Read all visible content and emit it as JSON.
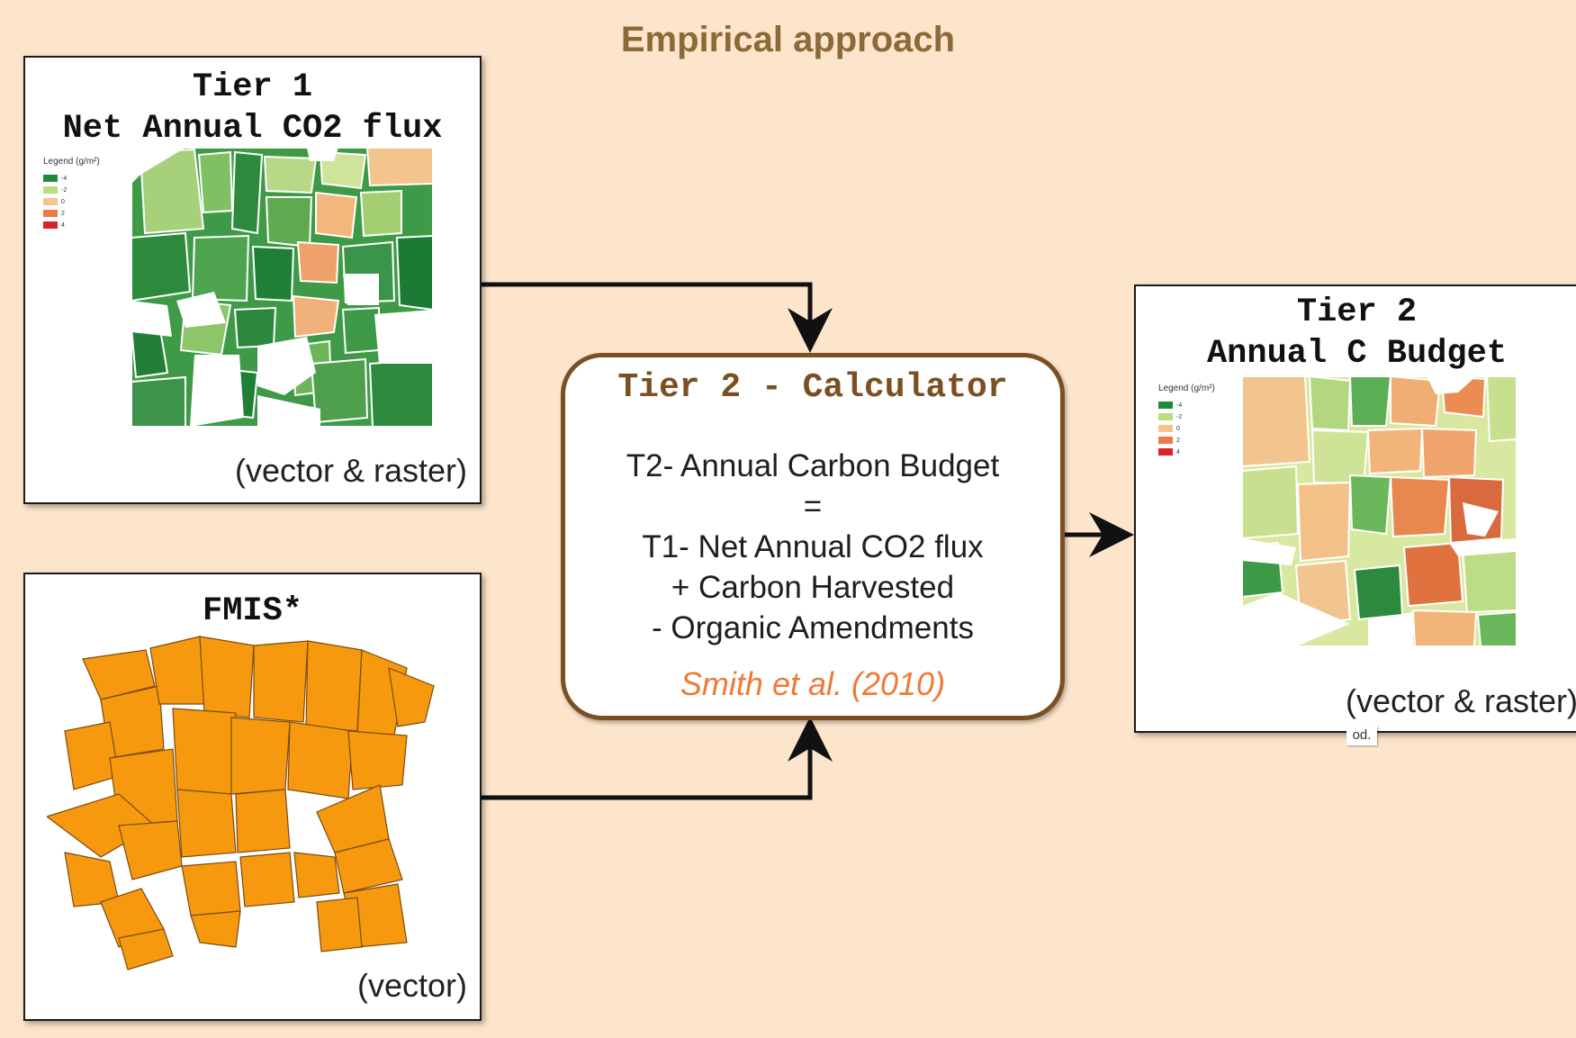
{
  "title": "Empirical approach",
  "colors": {
    "background": "#fde5cc",
    "title": "#8b6a38",
    "calculator_border": "#7b4f22",
    "reference": "#ee7a35",
    "fmis_fill": "#f7990e",
    "legend_scale": [
      "#1f8a3a",
      "#b9dc7c",
      "#f7c58c",
      "#ec7a4a",
      "#d9222a"
    ]
  },
  "tier1": {
    "line1": "Tier 1",
    "line2": "Net Annual CO2 flux",
    "legend_title": "Legend (g/m²)",
    "legend_items": [
      "-4",
      "-2",
      "0",
      "2",
      "4"
    ],
    "note": "(vector & raster)"
  },
  "fmis": {
    "heading": "FMIS*",
    "note": "(vector)"
  },
  "calculator": {
    "heading": "Tier 2 - Calculator",
    "lines": [
      "T2- Annual Carbon Budget",
      "=",
      "T1- Net Annual CO2 flux",
      "+ Carbon Harvested",
      "- Organic Amendments"
    ],
    "reference": "Smith et al. (2010)"
  },
  "tier2": {
    "line1": "Tier 2",
    "line2": "Annual C Budget",
    "legend_title": "Legend (g/m²)",
    "legend_items": [
      "-4",
      "-2",
      "0",
      "2",
      "4"
    ],
    "note": "(vector & raster)",
    "tag": "od."
  }
}
